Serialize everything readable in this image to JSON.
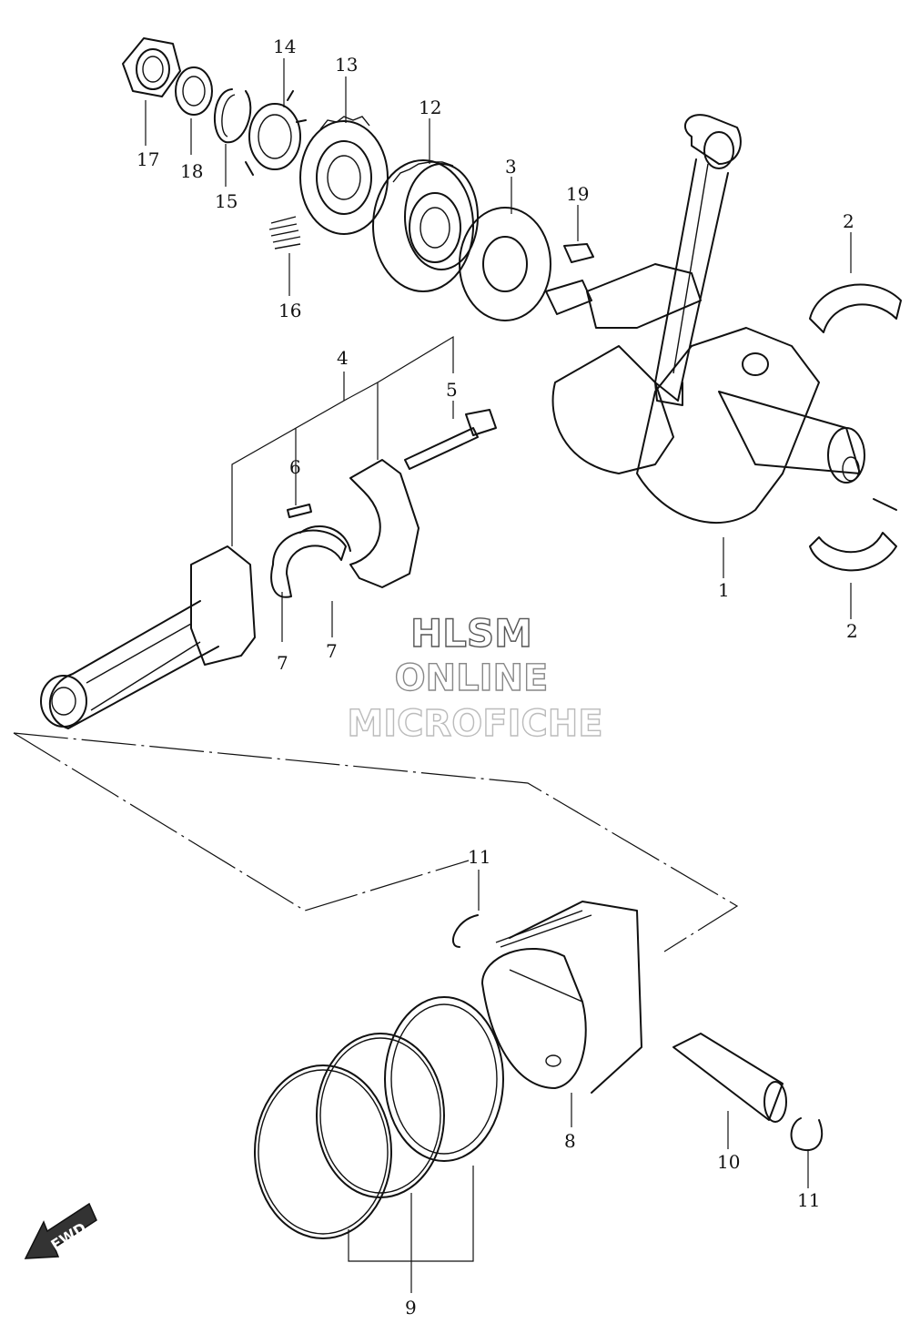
{
  "watermark": {
    "line1": "HLSM",
    "line2": "ONLINE",
    "line3": "MICROFICHE",
    "color1": "#555555",
    "color2": "#888888",
    "color3": "#bbbbbb"
  },
  "direction_label": "FWD",
  "callouts": {
    "c1": "1",
    "c2a": "2",
    "c2b": "2",
    "c3": "3",
    "c4": "4",
    "c5": "5",
    "c6": "6",
    "c7a": "7",
    "c7b": "7",
    "c8": "8",
    "c9": "9",
    "c10": "10",
    "c11a": "11",
    "c11b": "11",
    "c12": "12",
    "c13": "13",
    "c14": "14",
    "c15": "15",
    "c16": "16",
    "c17": "17",
    "c18": "18",
    "c19": "19"
  }
}
